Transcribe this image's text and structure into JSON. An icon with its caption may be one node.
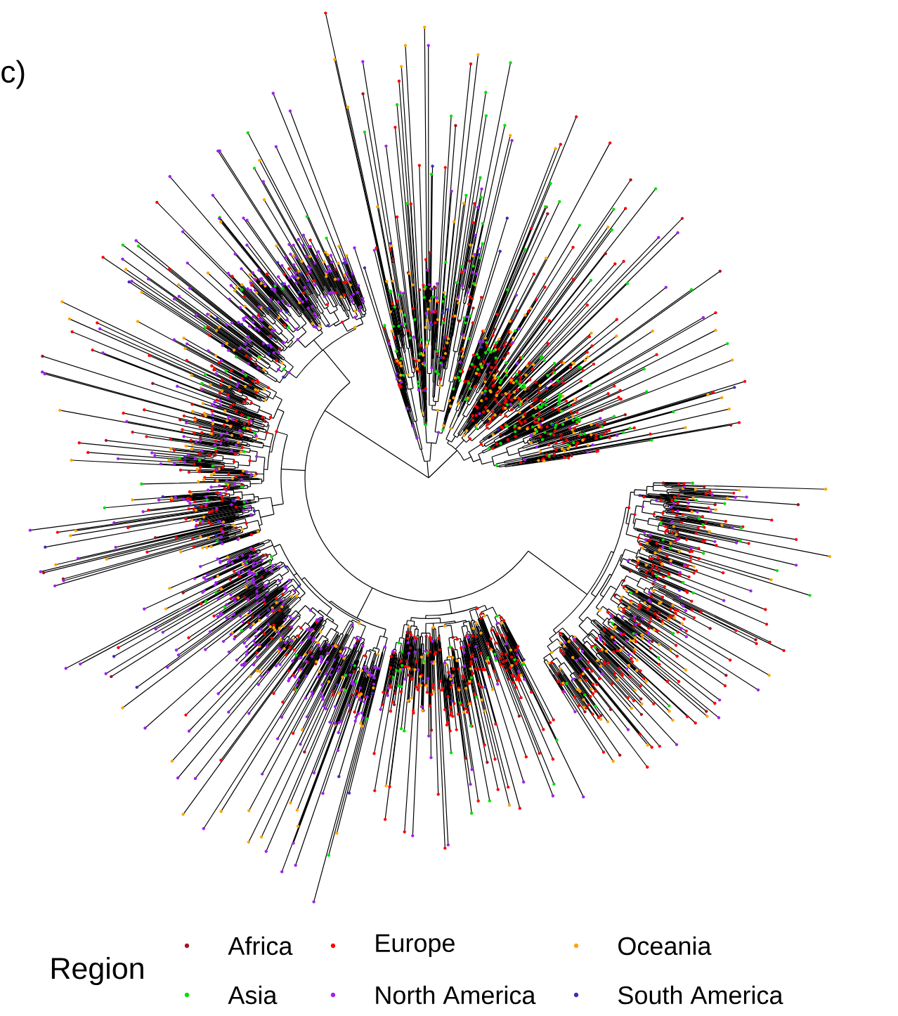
{
  "diagram": {
    "labels": [
      "c)",
      "Region"
    ],
    "legend": [
      {
        "text": "Africa",
        "color": "#a0141e"
      },
      {
        "text": "Europe",
        "color": "#ff0000"
      },
      {
        "text": "Oceania",
        "color": "#ffa500"
      },
      {
        "text": "Asia",
        "color": "#00e000"
      },
      {
        "text": "North America",
        "color": "#a020f0"
      },
      {
        "text": "South America",
        "color": "#3b2db8"
      }
    ]
  }
}
